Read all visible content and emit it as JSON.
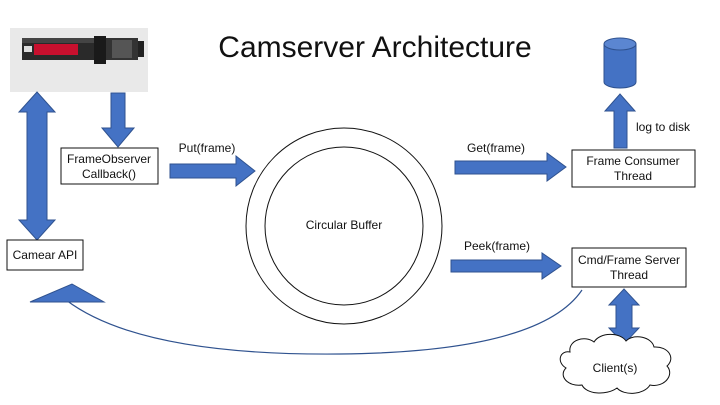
{
  "title": "Camserver Architecture",
  "nodes": {
    "camera": {
      "icon": "camera-icon"
    },
    "frame_observer": {
      "lines": [
        "FrameObserver",
        "Callback()"
      ]
    },
    "camera_api": {
      "label": "Camear API"
    },
    "circular_buffer": {
      "label": "Circular Buffer"
    },
    "frame_consumer": {
      "lines": [
        "Frame Consumer",
        "Thread"
      ]
    },
    "cmd_frame_server": {
      "lines": [
        "Cmd/Frame Server",
        "Thread"
      ]
    },
    "storage": {
      "icon": "database-cylinder-icon"
    },
    "client": {
      "label": "Client(s)"
    }
  },
  "edges": {
    "put": "Put(frame)",
    "get": "Get(frame)",
    "peek": "Peek(frame)",
    "log": "log to disk"
  },
  "colors": {
    "arrow_fill": "#4472C4",
    "arrow_stroke": "#2F528F",
    "outline": "#111111",
    "camera_body": "#2a2a2a",
    "camera_accent": "#c8102e"
  }
}
